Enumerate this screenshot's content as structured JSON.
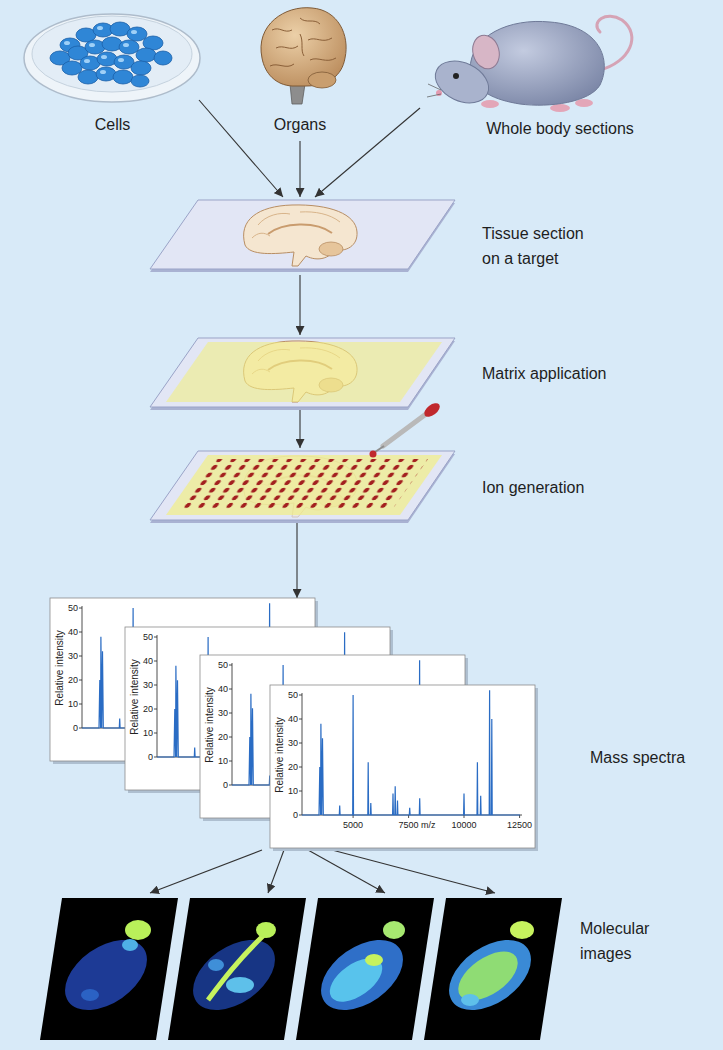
{
  "diagram": {
    "nodes": [
      {
        "text": [
          "Cells"
        ]
      },
      {
        "text": [
          "Organs"
        ]
      },
      {
        "text": [
          "Whole body sections"
        ]
      },
      {
        "text": [
          "Tissue section on a target"
        ]
      },
      {
        "text": [
          "Matrix application"
        ]
      },
      {
        "text": [
          "Ion generation"
        ]
      },
      {
        "text": [
          "Mass spectra"
        ]
      },
      {
        "text": [
          "Molecular images"
        ]
      }
    ],
    "edges": [
      {
        "from": 0,
        "to": 3,
        "arrow": "to"
      },
      {
        "from": 1,
        "to": 3,
        "arrow": "to"
      },
      {
        "from": 2,
        "to": 3,
        "arrow": "to"
      },
      {
        "from": 3,
        "to": 4,
        "arrow": "to"
      },
      {
        "from": 4,
        "to": 5,
        "arrow": "to"
      },
      {
        "from": 5,
        "to": 6,
        "arrow": "to"
      },
      {
        "from": 6,
        "to": 7,
        "arrow": "to"
      },
      {
        "from": 6,
        "to": 7,
        "arrow": "to"
      },
      {
        "from": 6,
        "to": 7,
        "arrow": "to"
      },
      {
        "from": 6,
        "to": 7,
        "arrow": "to"
      }
    ],
    "labels": [
      "Relative intensity",
      "50",
      "40",
      "30",
      "20",
      "10",
      "0",
      "Relative intensity",
      "50",
      "40",
      "30",
      "20",
      "10",
      "0",
      "Relative intensity",
      "50",
      "40",
      "30",
      "20",
      "10",
      "0",
      "Relative intensity",
      "50",
      "40",
      "30",
      "20",
      "10",
      "0",
      "5000",
      "7500",
      "m/z",
      "10000",
      "12500"
    ]
  }
}
